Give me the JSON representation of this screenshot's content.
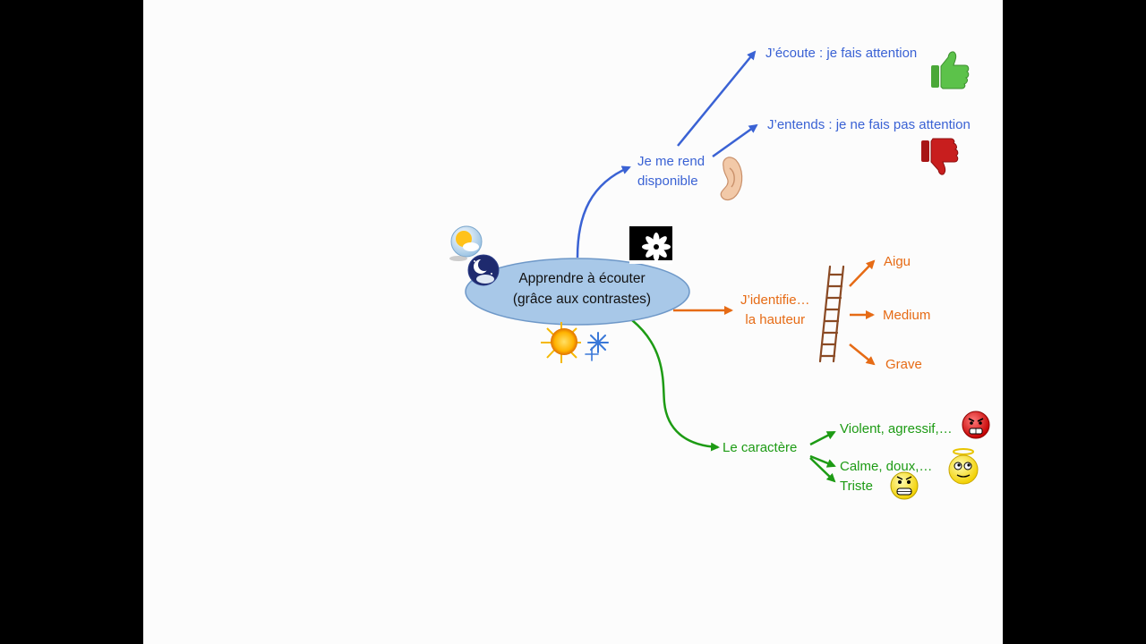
{
  "center": {
    "line1": "Apprendre à écouter",
    "line2": "(grâce aux contrastes)"
  },
  "branches": {
    "disponible": {
      "label_line1": "Je me rend",
      "label_line2": "disponible",
      "children": [
        "J’écoute : je fais attention",
        "J’entends : je ne fais pas attention"
      ]
    },
    "hauteur": {
      "label_line1": "J’identifie…",
      "label_line2": "la hauteur",
      "children": [
        "Aigu",
        "Medium",
        "Grave"
      ]
    },
    "caractere": {
      "label": "Le caractère",
      "children": [
        "Violent, agressif,…",
        "Calme, doux,…",
        "Triste"
      ]
    }
  },
  "colors": {
    "blue": "#3a62d4",
    "orange": "#e66b15",
    "green": "#1d9b14",
    "center_fill": "#a8c8e8",
    "thumb_up": "#5cc24a",
    "thumb_down": "#c81e1e"
  },
  "icons": [
    "sun-cloud-icon",
    "moon-cloud-icon",
    "flower-stamp-icon",
    "sun-snow-icon",
    "ear-icon",
    "thumbs-up-icon",
    "thumbs-down-icon",
    "ladder-icon",
    "angry-face-icon",
    "angel-face-icon",
    "sad-face-icon"
  ]
}
